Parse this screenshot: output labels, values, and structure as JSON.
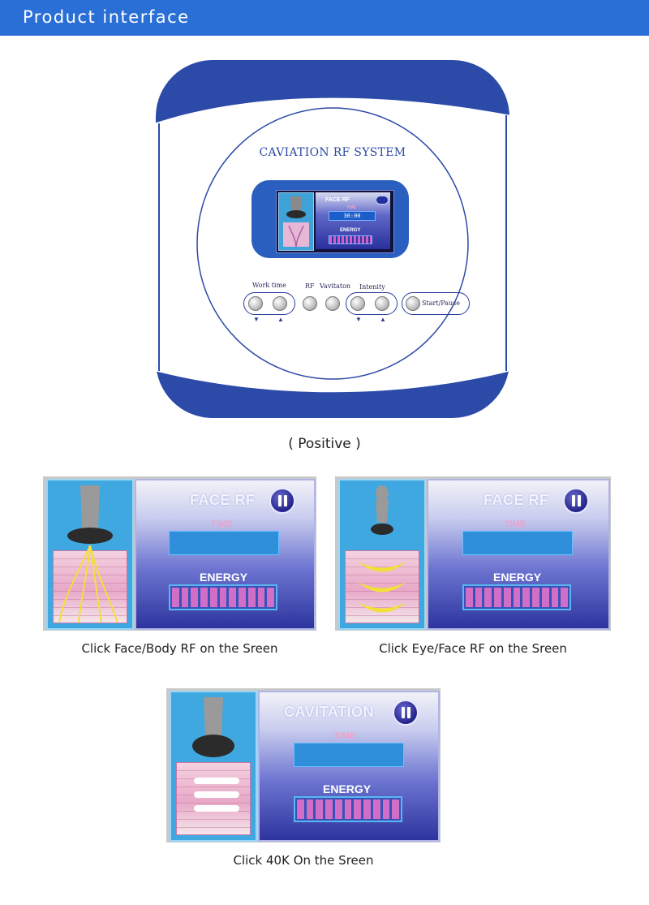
{
  "header": {
    "title": "Product interface"
  },
  "device": {
    "title": "CAVIATION RF SYSTEM",
    "screen": {
      "mode": "FACE RF",
      "time_label": "TIME",
      "time_value": "30:00",
      "energy_label": "ENERGY"
    },
    "controls": {
      "work_time_label": "Work time",
      "rf_label": "RF",
      "cavitation_label": "Vavitaton",
      "intensity_label": "Intenity",
      "start_pause_label": "Start/Pause",
      "down_arrow": "▼",
      "up_arrow": "▲"
    }
  },
  "positive_caption": "( Positive )",
  "panels": [
    {
      "title": "FACE RF",
      "time_label": "TIME",
      "energy_label": "ENERGY",
      "caption": "Click Face/Body RF on the Sreen"
    },
    {
      "title": "FACE RF",
      "time_label": "TIME",
      "energy_label": "ENERGY",
      "caption": "Click Eye/Face RF on the Sreen"
    },
    {
      "title": "CAVITATION",
      "time_label": "TIME",
      "energy_label": "ENERGY",
      "caption": "Click 40K On the Sreen"
    }
  ],
  "colors": {
    "brand_blue": "#2a6fd6",
    "device_blue": "#2c4aa8",
    "energy_bar": "#d06ec8"
  },
  "icons": [
    "pause-icon",
    "handpiece-icon",
    "skin-diagram"
  ]
}
